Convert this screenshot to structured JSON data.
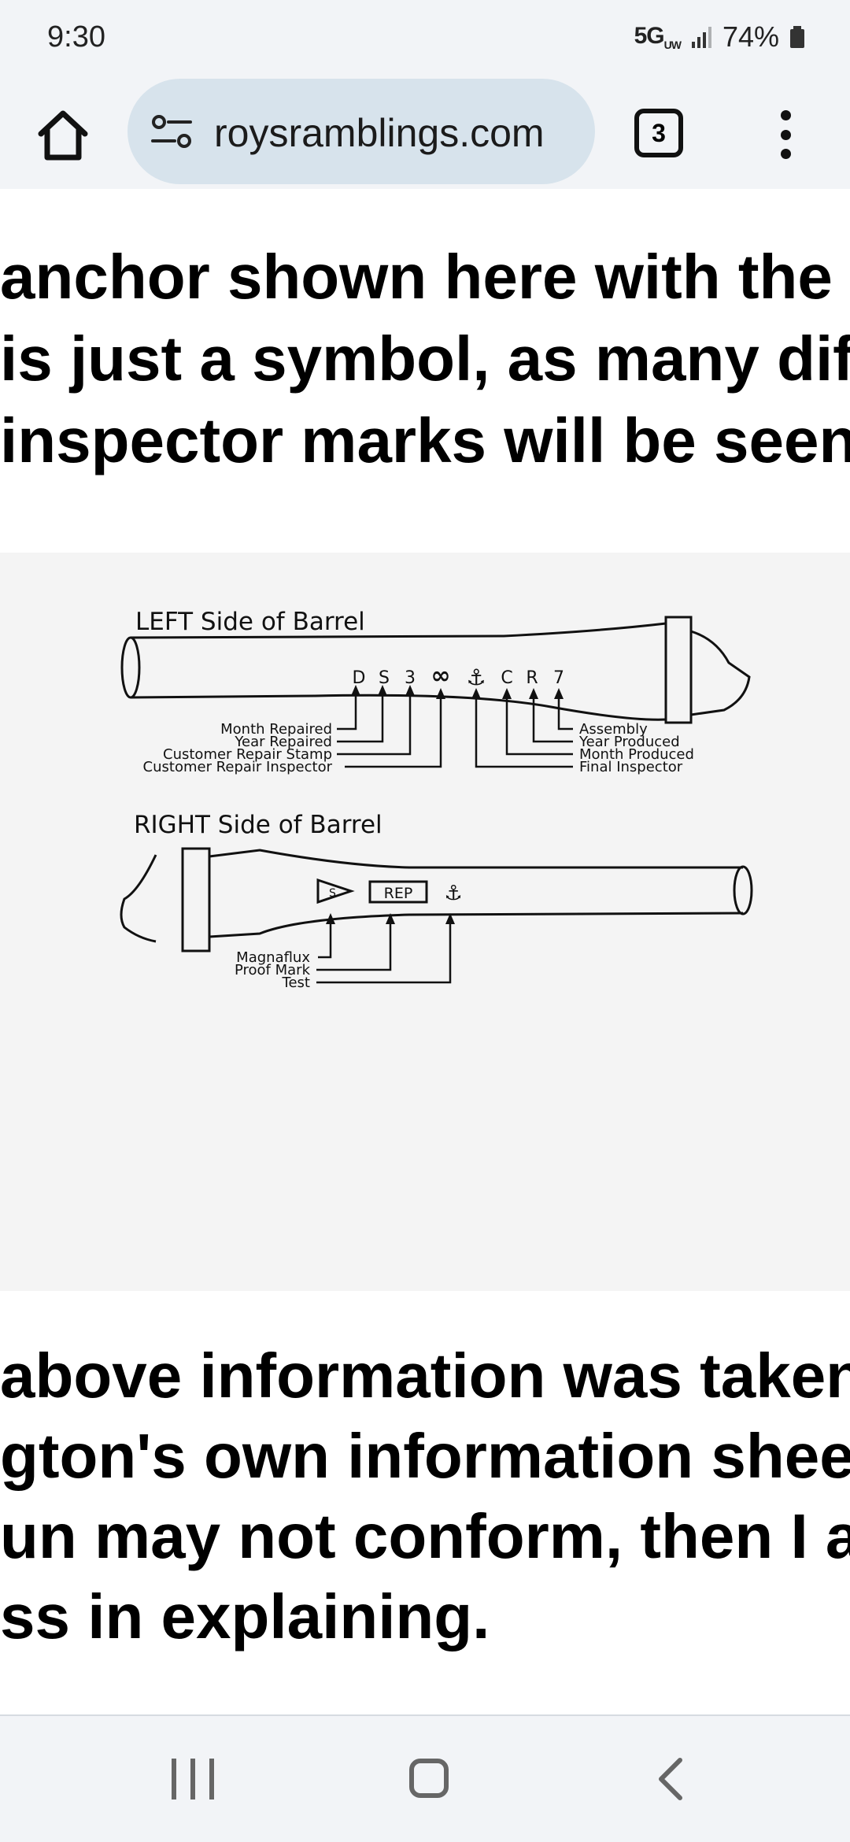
{
  "status_bar": {
    "time": "9:30",
    "network": "5G",
    "network_sup": "UW",
    "battery": "74%"
  },
  "browser": {
    "url": "roysramblings.com",
    "tab_count": "3"
  },
  "article": {
    "lines_top": [
      "anchor shown here with the",
      "is just a symbol, as many dif",
      "inspector marks will be seen"
    ],
    "lines_bottom": [
      "above  information was taken",
      "gton's own information sheet",
      "un may not conform, then I a",
      "ss in explaining."
    ]
  },
  "diagram": {
    "left_title": "LEFT Side of Barrel",
    "left_marks": [
      "D",
      "S",
      "3",
      "∞",
      "⚓",
      "C",
      "R",
      "7"
    ],
    "left_labels": {
      "month_repaired": "Month Repaired",
      "year_repaired": "Year Repaired",
      "customer_repair_stamp": "Customer Repair Stamp",
      "customer_repair_inspector": "Customer Repair Inspector",
      "assembly": "Assembly",
      "year_produced": "Year Produced",
      "month_produced": "Month Produced",
      "final_inspector": "Final Inspector"
    },
    "right_title": "RIGHT Side of Barrel",
    "right_marks": {
      "magnaflux": "S",
      "proof": "REP",
      "anchor": "⚓"
    },
    "right_labels": {
      "magnaflux": "Magnaflux",
      "proof_mark": "Proof Mark",
      "test": "Test"
    }
  }
}
